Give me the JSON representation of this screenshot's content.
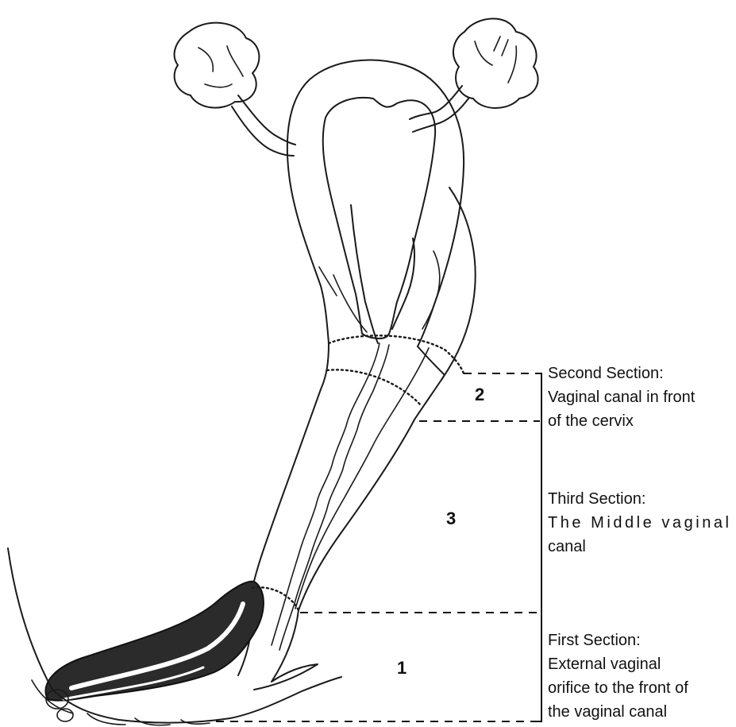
{
  "section_numbers": {
    "second": "2",
    "third": "3",
    "first": "1"
  },
  "labels": {
    "second": [
      "Second Section:",
      "Vaginal canal in front",
      "of the cervix"
    ],
    "third": [
      "Third Section:",
      "The Middle vaginal",
      "canal"
    ],
    "first": [
      "First Section:",
      "External vaginal",
      "orifice to the front of",
      "the vaginal canal"
    ]
  }
}
